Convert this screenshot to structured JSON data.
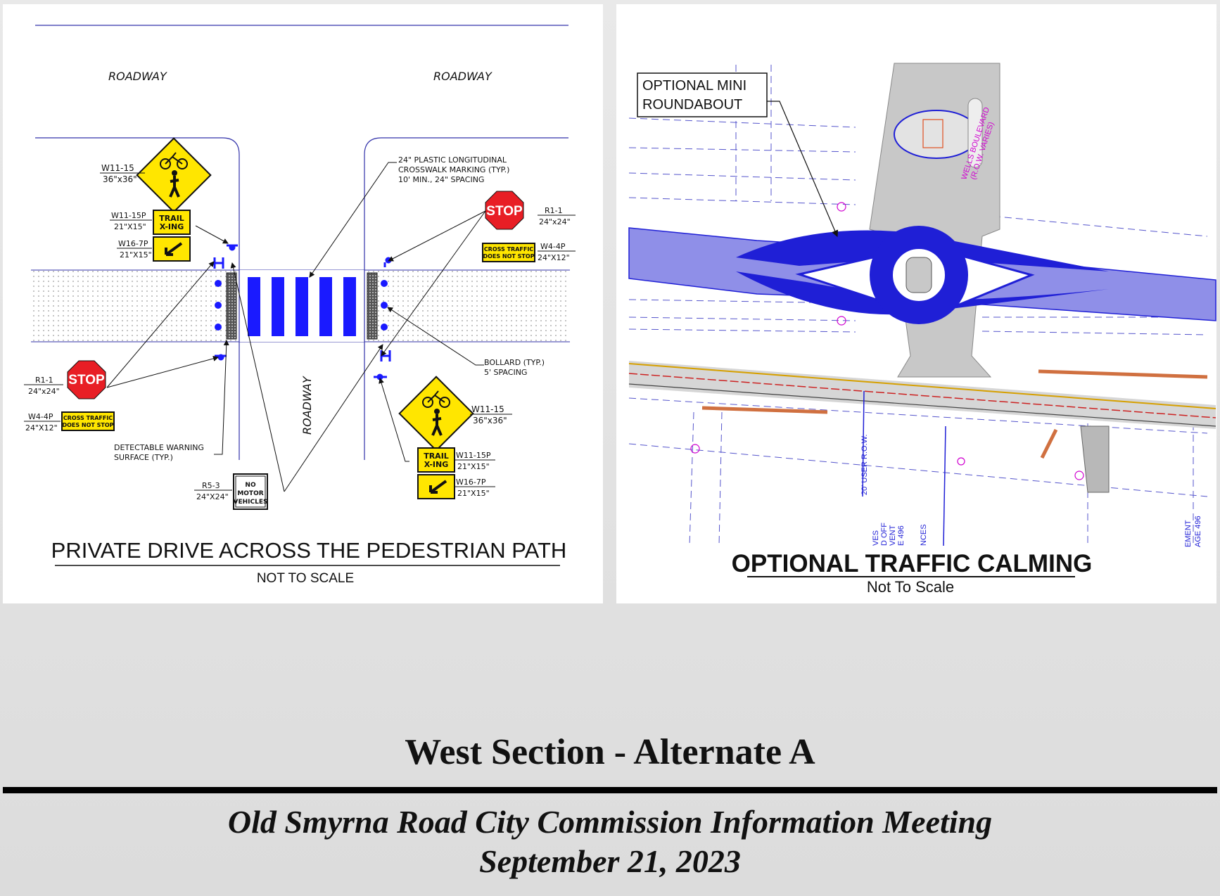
{
  "left_drawing": {
    "title": "PRIVATE DRIVE ACROSS THE PEDESTRIAN PATH",
    "subtitle": "NOT TO SCALE",
    "roadway_label_left": "ROADWAY",
    "roadway_label_right": "ROADWAY",
    "roadway_label_center": "ROADWAY",
    "crosswalk_note_1": "24\" PLASTIC LONGITUDINAL",
    "crosswalk_note_2": "CROSSWALK MARKING (TYP.)",
    "crosswalk_note_3": "10' MIN., 24\" SPACING",
    "bollard_note_1": "BOLLARD (TYP.)",
    "bollard_note_2": "5' SPACING",
    "warning_note_1": "DETECTABLE WARNING",
    "warning_note_2": "SURFACE (TYP.)",
    "sign_labels": {
      "w11_15": "W11-15",
      "w11_15_size": "36\"x36\"",
      "w11_15p": "W11-15P",
      "w11_15p_size": "21\"X15\"",
      "w16_7p": "W16-7P",
      "w16_7p_size": "21\"X15\"",
      "r1_1": "R1-1",
      "r1_1_size": "24\"x24\"",
      "w4_4p": "W4-4P",
      "w4_4p_size": "24\"X12\"",
      "r5_3": "R5-3",
      "r5_3_size": "24\"X24\""
    },
    "sign_text": {
      "stop": "STOP",
      "trail": "TRAIL",
      "xing": "X-ING",
      "cross_traffic": "CROSS TRAFFIC",
      "does_not_stop": "DOES NOT STOP",
      "no": "NO",
      "motor": "MOTOR",
      "vehicles": "VEHICLES"
    }
  },
  "right_drawing": {
    "title": "OPTIONAL  TRAFFIC  CALMING",
    "subtitle": "Not To Scale",
    "callout_line1": "OPTIONAL MINI",
    "callout_line2": "ROUNDABOUT",
    "label_boulevard": "WELLS BOULEVARD",
    "label_row_varies": "(R.O.W. VARIES)",
    "label_user_row": "20' USER R.O.W.",
    "label_frag_1": "VES",
    "label_frag_2": "D OFF",
    "label_frag_3": "VENT",
    "label_frag_4": "E 496",
    "label_frag_5": "NCES",
    "label_frag_6": "EMENT",
    "label_frag_7": "AGE 496"
  },
  "footer": {
    "section_title": "West Section - Alternate  A",
    "meeting": "Old Smyrna Road City Commission Information Meeting",
    "date": "September 21, 2023"
  },
  "colors": {
    "crosswalk_blue": "#1a1aff",
    "roundabout_blue": "#1f1fd6",
    "lane_fill": "#8f8fe8",
    "stop_red": "#e81e25",
    "warning_yellow": "#ffe600",
    "boulevard_gray": "#c8c8c8",
    "boulevard_label": "#d000d0"
  }
}
